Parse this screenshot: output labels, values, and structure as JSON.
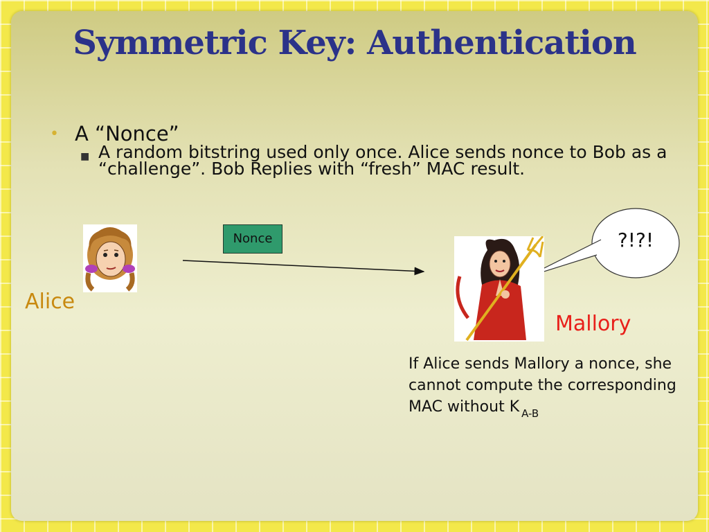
{
  "slide": {
    "title": "Symmetric Key: Authentication",
    "bullet_main": "A “Nonce”",
    "bullet_sub": "A random bitstring used only once. Alice sends nonce to Bob as a “challenge”.  Bob Replies with “fresh” MAC result.",
    "alice_label": "Alice",
    "nonce_label": "Nonce",
    "bubble_text": "?!?!",
    "mallory_label": "Mallory",
    "note_text": "If Alice sends Mallory a nonce, she cannot compute the corresponding MAC without K",
    "note_subscript": "A-B"
  },
  "colors": {
    "title": "#2b3289",
    "bullet_dot": "#d6b233",
    "alice_label": "#c8890f",
    "nonce_box": "#2f9a6c",
    "mallory_label": "#e8201a",
    "border_pattern": "#f3e84a"
  },
  "icons": {
    "alice": "alice-cartoon-icon",
    "mallory": "mallory-devil-icon",
    "speech": "speech-bubble-icon",
    "arrow": "arrow-icon"
  }
}
